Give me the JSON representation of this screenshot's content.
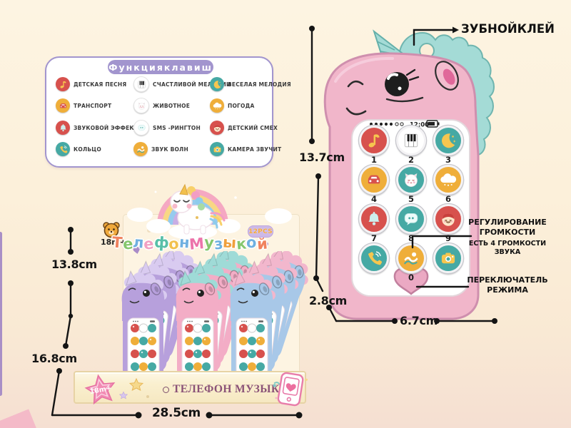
{
  "palette": {
    "red": "#d7514d",
    "yellow": "#efae3a",
    "teal": "#46a9a4",
    "panel-purple": "#a295ce",
    "phone-pink": "#f1b6ca",
    "phone-pink-dark": "#cf8fae",
    "mane-teal": "#a4dbd6"
  },
  "features_panel": {
    "title": "Функцияклавиш",
    "items": [
      {
        "label": "ДЕТСКАЯ ПЕСНЯ",
        "icon": "music-note",
        "circle": "red"
      },
      {
        "label": "ТРАНСПОРТ",
        "icon": "car",
        "circle": "yellow"
      },
      {
        "label": "ЗВУКОВОЙ ЭФФЕКТ",
        "icon": "bell",
        "circle": "red"
      },
      {
        "label": "КОЛЬЦО",
        "icon": "phone-handset",
        "circle": "teal"
      },
      {
        "label": "СЧАСТЛИВОЙ МЕЛОДИИ",
        "icon": "piano",
        "circle": "white"
      },
      {
        "label": "ЖИВОТНОЕ",
        "icon": "cat",
        "circle": "white"
      },
      {
        "label": "SMS -РИНГТОН",
        "icon": "speech-bubble",
        "circle": "white"
      },
      {
        "label": "ЗВУК ВОЛН",
        "icon": "wave",
        "circle": "yellow"
      },
      {
        "label": "ВЕСЕЛАЯ МЕЛОДИЯ",
        "icon": "moon",
        "circle": "teal"
      },
      {
        "label": "ПОГОДА",
        "icon": "cloud",
        "circle": "yellow"
      },
      {
        "label": "ДЕТСКИЙ СМЕХ",
        "icon": "baby-laugh",
        "circle": "red"
      },
      {
        "label": "КАМЕРА ЗВУЧИТ",
        "icon": "camera",
        "circle": "teal"
      }
    ]
  },
  "phone": {
    "status": {
      "time": "12:00",
      "signal_filled_dots": 5,
      "signal_empty_dots": 2,
      "battery": "full"
    },
    "keypad": [
      {
        "num": "1",
        "icon": "music-note"
      },
      {
        "num": "2",
        "icon": "piano"
      },
      {
        "num": "3",
        "icon": "moon"
      },
      {
        "num": "4",
        "icon": "car"
      },
      {
        "num": "5",
        "icon": "cat"
      },
      {
        "num": "6",
        "icon": "cloud"
      },
      {
        "num": "7",
        "icon": "bell"
      },
      {
        "num": "8",
        "icon": "speech-bubble"
      },
      {
        "num": "9",
        "icon": "baby-laugh"
      },
      {
        "num": "",
        "icon": "phone-handset"
      },
      {
        "num": "0",
        "icon": "wave"
      },
      {
        "num": "",
        "icon": "camera"
      }
    ]
  },
  "callouts": {
    "teether": "ЗУБНОЙКЛЕЙ",
    "volume_title": "РЕГУЛИРОВАНИЕ ГРОМКОСТИ",
    "volume_note": "ЕСТЬ 4 ГРОМКОСТИ ЗВУКА",
    "mode": "ПЕРЕКЛЮЧАТЕЛЬ РЕЖИМА"
  },
  "measurements": {
    "phone_height": "13.7cm",
    "phone_bottom": "2.8cm",
    "phone_width": "6.7cm",
    "box_back_height": "13.8cm",
    "box_height": "16.8cm",
    "box_width": "28.5cm"
  },
  "box": {
    "age_badge": "18m+",
    "pcs_badge": "12PCS",
    "title": "ТелефонМузыкой",
    "title_colors": [
      "#f0825e",
      "#85c76d",
      "#6fb0e0",
      "#f2a0c2",
      "#58bfa8",
      "#f2c14e",
      "#6fb0e0",
      "#ec74aa",
      "#85c76d",
      "#6fb0e0",
      "#f0a03c",
      "#85c76d",
      "#6fb0e0",
      "#f0825e"
    ],
    "front": {
      "age": "18m+",
      "title": "ТЕЛЕФОН МУЗЫКОЙ"
    }
  }
}
